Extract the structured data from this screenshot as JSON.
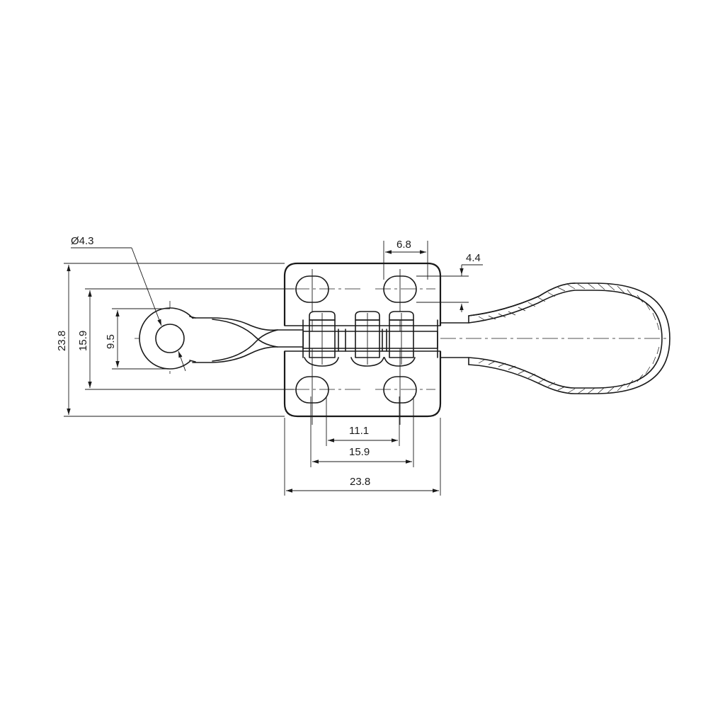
{
  "dimensions": {
    "hole_diameter": "Ø4.3",
    "total_height": "23.8",
    "slot_span_vertical": "15.9",
    "eye_height": "9.5",
    "slot_width": "6.8",
    "slot_height": "4.4",
    "slot_span_inner": "11.1",
    "slot_span_outer": "15.9",
    "base_width": "23.8"
  },
  "colors": {
    "line": "#1a1a1a",
    "background": "#ffffff"
  }
}
